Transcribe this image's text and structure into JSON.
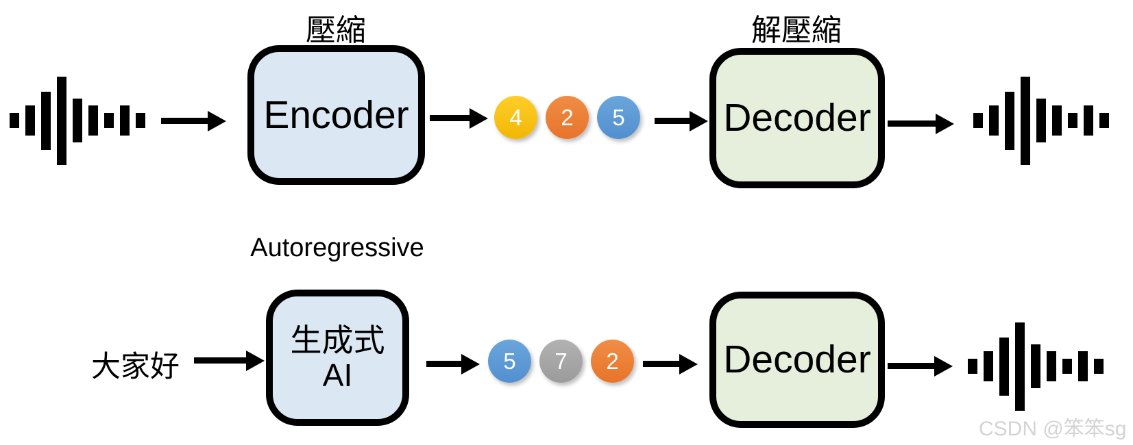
{
  "diagram": {
    "top_row": {
      "encoder_caption": "壓縮",
      "encoder_label": "Encoder",
      "decoder_caption": "解壓縮",
      "decoder_label": "Decoder",
      "tokens": [
        {
          "value": "4",
          "color_top": "#ffce29",
          "color_bottom": "#f2b705"
        },
        {
          "value": "2",
          "color_top": "#f08d45",
          "color_bottom": "#e8742a"
        },
        {
          "value": "5",
          "color_top": "#6aa6db",
          "color_bottom": "#528fcf"
        }
      ]
    },
    "bottom_row": {
      "input_text": "大家好",
      "model_caption": "Autoregressive",
      "model_label_line1": "生成式",
      "model_label_line2": "AI",
      "decoder_label": "Decoder",
      "tokens": [
        {
          "value": "5",
          "color_top": "#6aa6db",
          "color_bottom": "#528fcf"
        },
        {
          "value": "7",
          "color_top": "#b3b2b2",
          "color_bottom": "#9c9b9b"
        },
        {
          "value": "2",
          "color_top": "#f08d45",
          "color_bottom": "#e8742a"
        }
      ]
    },
    "waveform_bars": [
      22,
      44,
      85,
      129,
      64,
      44,
      22,
      44,
      22
    ],
    "watermark": "CSDN @笨笨sg",
    "colors": {
      "encoder_fill": "#dbe7f3",
      "decoder_fill": "#e5efdc",
      "outline": "#000000",
      "token_text": "#ffffff",
      "watermark_gray": "#d3d3d3"
    }
  }
}
